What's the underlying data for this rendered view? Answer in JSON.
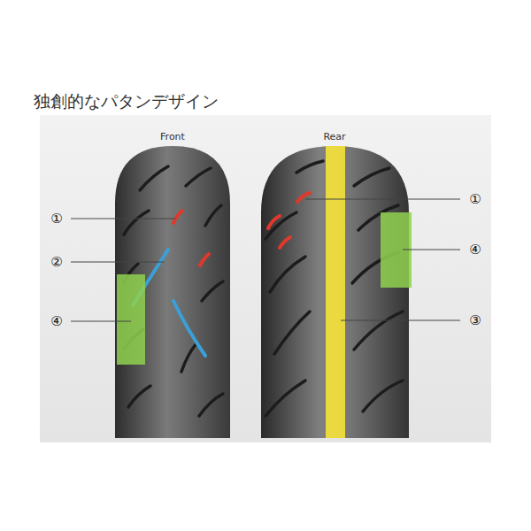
{
  "diagram": {
    "title": "独創的なパタンデザイン",
    "labels": [
      "Front",
      "①",
      "②",
      "④",
      "Rear",
      "①",
      "④",
      "③"
    ]
  }
}
